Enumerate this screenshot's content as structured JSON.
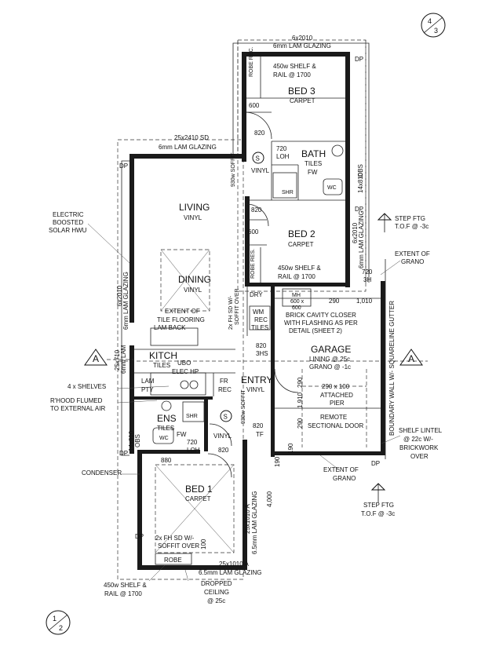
{
  "sheet_refs": {
    "top_num": "4",
    "top_den": "3",
    "bottom_num": "1",
    "bottom_den": "2"
  },
  "section_markers": {
    "left": "A",
    "right": "A"
  },
  "rooms": {
    "bed3": {
      "name": "BED 3",
      "floor": "CARPET"
    },
    "bath": {
      "name": "BATH",
      "floor": "TILES",
      "fw": "FW",
      "wc": "WC",
      "loh": "720\nLOH"
    },
    "living": {
      "name": "LIVING",
      "floor": "VINYL"
    },
    "dining": {
      "name": "DINING",
      "floor": "VINYL"
    },
    "bed2": {
      "name": "BED 2",
      "floor": "CARPET"
    },
    "garage": {
      "name": "GARAGE",
      "lining": "LINING @ 25c",
      "floor": "GRANO @ -1c"
    },
    "kitch": {
      "name": "KITCH",
      "floor": "TILES"
    },
    "entry": {
      "name": "ENTRY",
      "floor": "VINYL"
    },
    "ens": {
      "name": "ENS",
      "floor": "TILES",
      "fw": "FW",
      "wc": "WC",
      "shr": "SHR"
    },
    "bed1": {
      "name": "BED 1",
      "floor": "CARPET"
    }
  },
  "labels": {
    "top_window": "6x2010",
    "top_window2": "6mm LAM GLAZING",
    "living_sd": "25x2410 SD",
    "living_sd2": "6mm LAM GLAZING",
    "bed3_shelf": "450w SHELF &",
    "bed3_shelf2": "RAIL @ 1700",
    "robe_rec_top": "ROBE REC.",
    "d600_a": "600",
    "d820_a": "820",
    "d720_loh": "720",
    "loh": "LOH",
    "vinyl_hall": "VINYL",
    "soffit_930": "930w SOFFIT",
    "shr_bath": "SHR",
    "d820_b": "820",
    "d600_b": "600",
    "robe_res": "ROBE RES.",
    "bed2_shelf": "450w SHELF &",
    "bed2_shelf2": "RAIL @ 1700",
    "dp_top": "DP",
    "dp_left": "DP",
    "dp_right_mid": "DP",
    "dp_bottom_right": "DP",
    "dp_left_low": "DP",
    "dp_bed1": "DP",
    "obs_right": "14x810",
    "obs_right2": "OBS",
    "bed2_window": "6x2010",
    "bed2_window2": "6mm LAM GLAZING",
    "step_ftg_top": "STEP FTG",
    "step_ftg_top2": "T.O.F @ -3c",
    "extent_grano_top": "EXTENT OF",
    "extent_grano_top2": "GRANO",
    "d720_3h": "720",
    "d3h": "3H",
    "electric": "ELECTRIC",
    "boosted": "BOOSTED",
    "solar": "SOLAR HWU",
    "living_window": "6x2010",
    "living_window2": "6mm LAM GLAZING",
    "extent_tile": "EXTENT OF",
    "extent_tile2": "TILE FLOORING",
    "lam_back": "LAM BACK",
    "soffit_over_a": "2x FH SD W/-",
    "soffit_over_a2": "SOFFIT OVER",
    "dry": "DRY",
    "mh": "MH",
    "mh_size": "600 x",
    "mh_size2": "600",
    "wm": "WM",
    "rec": "REC",
    "tiles_ldry": "TILES",
    "d290_a": "290",
    "d1010": "1,010",
    "brick_closer": "BRICK CAVITY CLOSER",
    "brick_closer2": "WITH FLASHING AS PER",
    "brick_closer3": "DETAIL (SHEET 2)",
    "d820_3hs": "820",
    "d3hs": "3HS",
    "boundary": "BOUNDARY WALL W/- SQUARELINE GUTTER",
    "kitchen_window": "25x710",
    "kitchen_window2": "6mm LAM",
    "ubo": "UBO",
    "elec_hp": "ELEC HP",
    "fr": "FR",
    "rec_fr": "REC",
    "lam": "LAM",
    "pty": "PTY",
    "shelves": "4 x SHELVES",
    "rhood": "R'HOOD FLUMED",
    "rhood2": "TO EXTERNAL AIR",
    "d290_100": "290 x 100",
    "attached_pier": "ATTACHED",
    "attached_pier2": "PIER",
    "remote": "REMOTE",
    "remote2": "SECTIONAL DOOR",
    "d1910": "1,910",
    "d290_b": "290",
    "d290_c": "290",
    "d820_tf": "820",
    "tf": "TF",
    "soffit_930b": "930w SOFFIT",
    "ens_window": "14x810",
    "ens_window2": "OBS",
    "d720_loh_b": "720",
    "loh_b": "LOH",
    "vinyl_b": "VINYL",
    "d820_c": "820",
    "shelf_lintel": "SHELF LINTEL",
    "shelf_lintel2": "@ 22c W/-",
    "shelf_lintel3": "BRICKWORK",
    "shelf_lintel4": "OVER",
    "d880": "880",
    "condenser": "CONDENSER",
    "d190_a": "190",
    "d190_b": "190",
    "extent_grano_b": "EXTENT OF",
    "extent_grano_b2": "GRANO",
    "d4000": "4,000",
    "step_ftg_b": "STEP FTG",
    "step_ftg_b2": "T.O.F @ -3c",
    "bed1_window": "25x1010 A",
    "bed1_window2": "6.5mm LAM GLAZING",
    "soffit_over_b": "2x FH SD W/-",
    "soffit_over_b2": "SOFFIT OVER",
    "d100": "100",
    "robe": "ROBE",
    "bed1_bottom_window": "25x1010 A",
    "bed1_bottom_window2": "6.5mm LAM GLAZING",
    "bed1_shelf": "450w SHELF &",
    "bed1_shelf2": "RAIL @ 1700",
    "dropped": "DROPPED",
    "dropped2": "CEILING",
    "dropped3": "@ 25c",
    "smoke_a": "S",
    "smoke_b": "S"
  }
}
